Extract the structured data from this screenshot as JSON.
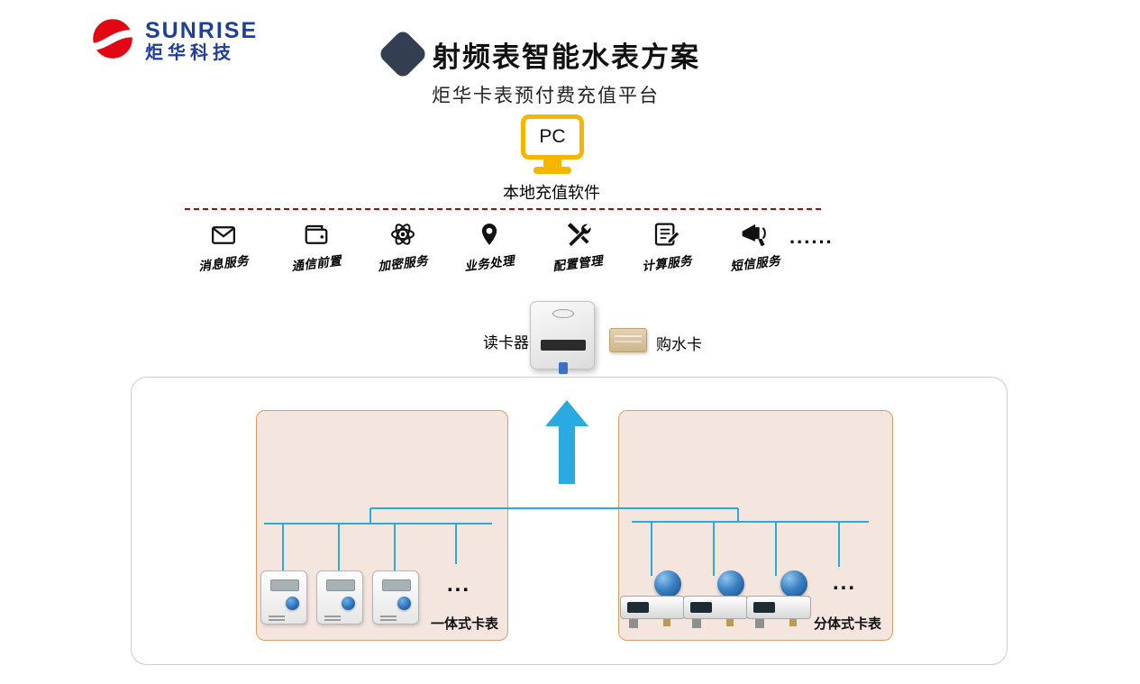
{
  "logo": {
    "brand": "SUNRISE",
    "company": "炬华科技"
  },
  "header": {
    "title": "射频表智能水表方案",
    "subtitle": "炬华卡表预付费充值平台"
  },
  "pc": {
    "label": "PC",
    "caption": "本地充值软件"
  },
  "services": {
    "items": [
      {
        "label": "消息服务",
        "icon": "envelope-icon"
      },
      {
        "label": "通信前置",
        "icon": "wallet-icon"
      },
      {
        "label": "加密服务",
        "icon": "atom-icon"
      },
      {
        "label": "业务处理",
        "icon": "location-pin-icon"
      },
      {
        "label": "配置管理",
        "icon": "tools-icon"
      },
      {
        "label": "计算服务",
        "icon": "document-edit-icon"
      },
      {
        "label": "短信服务",
        "icon": "megaphone-icon"
      }
    ],
    "more": "......"
  },
  "reader": {
    "label": "读卡器",
    "card_label": "购水卡"
  },
  "diagram": {
    "left_label": "一体式卡表",
    "right_label": "分体式卡表",
    "left_more": "...",
    "right_more": "..."
  },
  "colors": {
    "brand_blue": "#1e3e9c",
    "brand_red": "#d6001c",
    "accent_yellow": "#f7b500",
    "dashed_red": "#c00000",
    "diamond_navy": "#333e53",
    "line_blue": "#29abe2",
    "box_fill": "#f4e6de",
    "box_border": "#df9c64"
  }
}
